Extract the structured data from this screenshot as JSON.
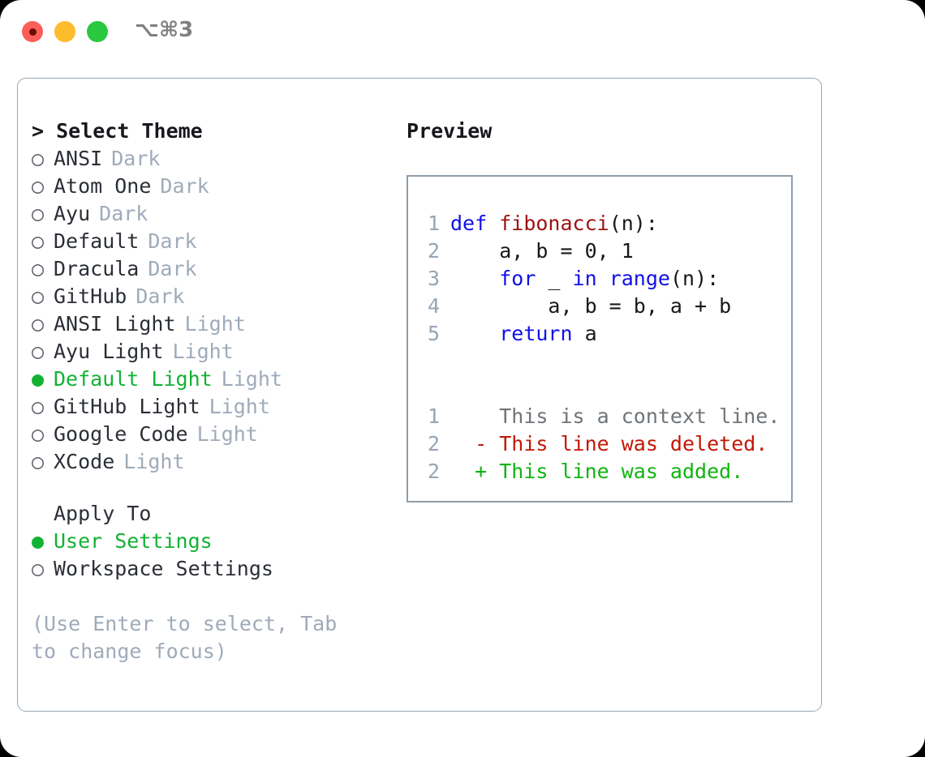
{
  "titlebar": {
    "traffic_lights": [
      {
        "name": "close",
        "color": "#fc5f58"
      },
      {
        "name": "minimize",
        "color": "#fdbc2e"
      },
      {
        "name": "zoom",
        "color": "#28c93f"
      }
    ],
    "shortcut": "⌥⌘3"
  },
  "theme_panel": {
    "header": "> Select Theme",
    "items": [
      {
        "label": "ANSI",
        "badge": "Dark",
        "selected": false
      },
      {
        "label": "Atom One",
        "badge": "Dark",
        "selected": false
      },
      {
        "label": "Ayu",
        "badge": "Dark",
        "selected": false
      },
      {
        "label": "Default",
        "badge": "Dark",
        "selected": false
      },
      {
        "label": "Dracula",
        "badge": "Dark",
        "selected": false
      },
      {
        "label": "GitHub",
        "badge": "Dark",
        "selected": false
      },
      {
        "label": "ANSI Light",
        "badge": "Light",
        "selected": false
      },
      {
        "label": "Ayu Light",
        "badge": "Light",
        "selected": false
      },
      {
        "label": "Default Light",
        "badge": "Light",
        "selected": true
      },
      {
        "label": "GitHub Light",
        "badge": "Light",
        "selected": false
      },
      {
        "label": "Google Code",
        "badge": "Light",
        "selected": false
      },
      {
        "label": "XCode",
        "badge": "Light",
        "selected": false
      }
    ],
    "bullet_selected": "●",
    "bullet_unselected": "○"
  },
  "apply_to": {
    "title": "Apply To",
    "options": [
      {
        "label": "User Settings",
        "selected": true
      },
      {
        "label": "Workspace Settings",
        "selected": false
      }
    ]
  },
  "hint": "(Use Enter to select, Tab to change focus)",
  "preview": {
    "title": "Preview",
    "code_lines": [
      {
        "number": "1",
        "tokens": [
          {
            "text": "def ",
            "style": "kw"
          },
          {
            "text": "fibonacci",
            "style": "fn"
          },
          {
            "text": "(n):",
            "style": "plain"
          }
        ]
      },
      {
        "number": "2",
        "tokens": [
          {
            "text": "    a, b = 0, 1",
            "style": "plain"
          }
        ]
      },
      {
        "number": "3",
        "tokens": [
          {
            "text": "    ",
            "style": "plain"
          },
          {
            "text": "for",
            "style": "kw"
          },
          {
            "text": " _ ",
            "style": "plain"
          },
          {
            "text": "in",
            "style": "kw"
          },
          {
            "text": " ",
            "style": "plain"
          },
          {
            "text": "range",
            "style": "kw"
          },
          {
            "text": "(n):",
            "style": "plain"
          }
        ]
      },
      {
        "number": "4",
        "tokens": [
          {
            "text": "        a, b = b, a + b",
            "style": "plain"
          }
        ]
      },
      {
        "number": "5",
        "tokens": [
          {
            "text": "    ",
            "style": "plain"
          },
          {
            "text": "return",
            "style": "kw"
          },
          {
            "text": " a",
            "style": "plain"
          }
        ]
      }
    ],
    "diff_lines": [
      {
        "number": "1",
        "marker": " ",
        "text": "This is a context line.",
        "style": "ctx"
      },
      {
        "number": "2",
        "marker": "-",
        "text": "This line was deleted.",
        "style": "del"
      },
      {
        "number": "2",
        "marker": "+",
        "text": "This line was added.",
        "style": "add"
      }
    ]
  },
  "colors": {
    "accent_green": "#12b233",
    "muted": "#9fabba",
    "keyword_blue": "#1111e8",
    "function_red": "#9e1212",
    "diff_deleted": "#c21807",
    "diff_added": "#11b411",
    "border": "#9aa7b5"
  }
}
